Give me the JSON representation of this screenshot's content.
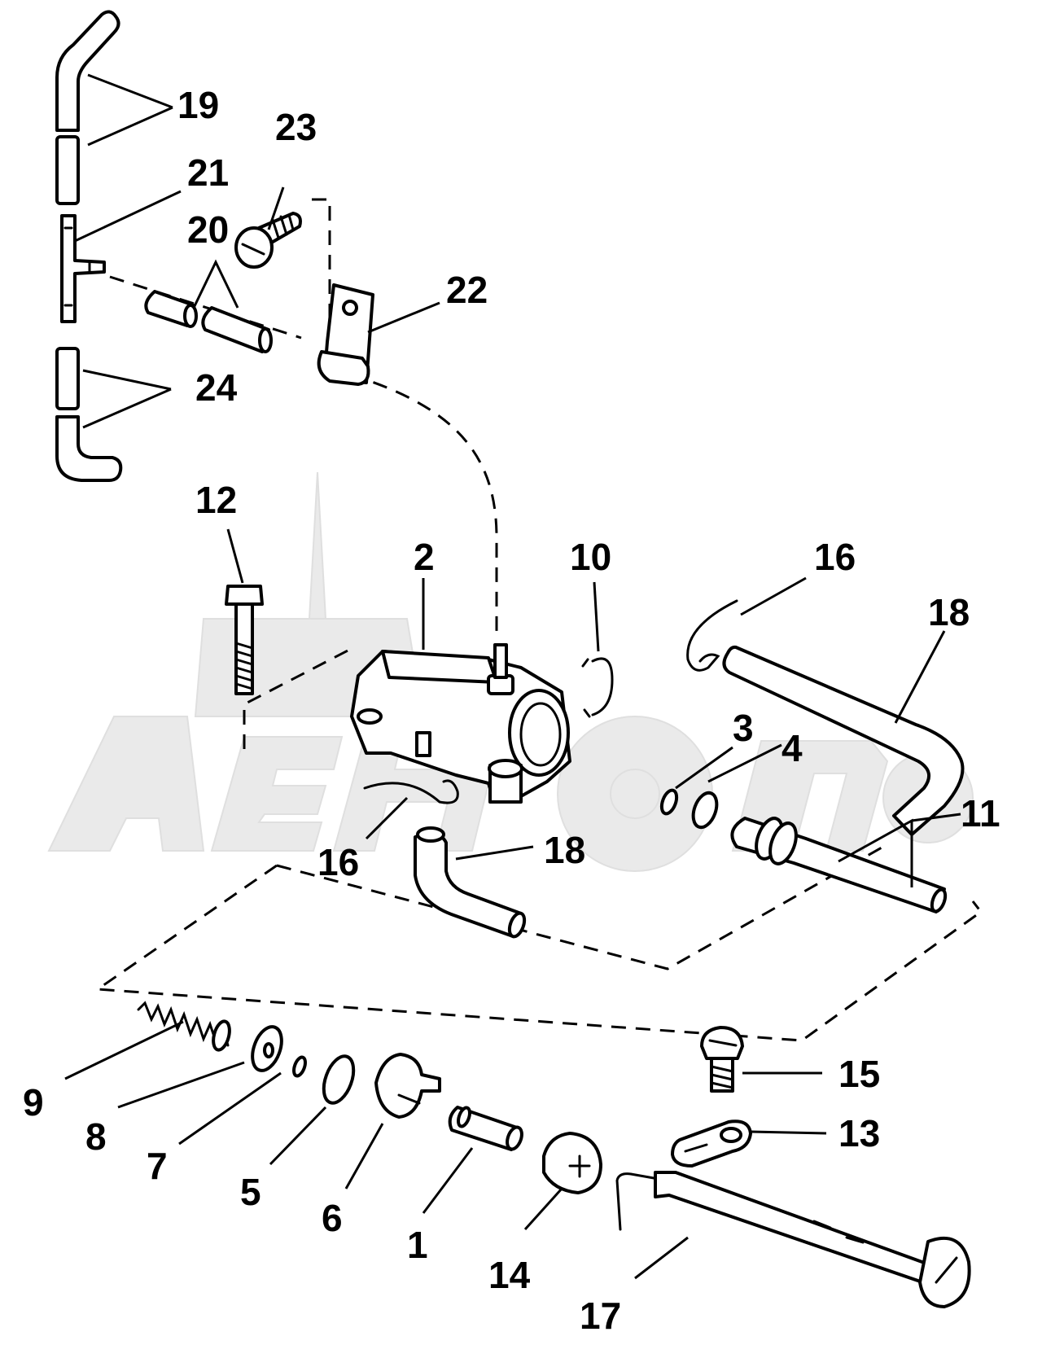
{
  "diagram": {
    "type": "exploded-parts-diagram",
    "callouts": [
      "19",
      "23",
      "21",
      "20",
      "22",
      "24",
      "12",
      "2",
      "10",
      "16",
      "18",
      "3",
      "4",
      "16",
      "18",
      "11",
      "15",
      "13",
      "9",
      "8",
      "7",
      "5",
      "6",
      "1",
      "14",
      "17"
    ],
    "reference_code": "",
    "watermark": "AeHome"
  }
}
